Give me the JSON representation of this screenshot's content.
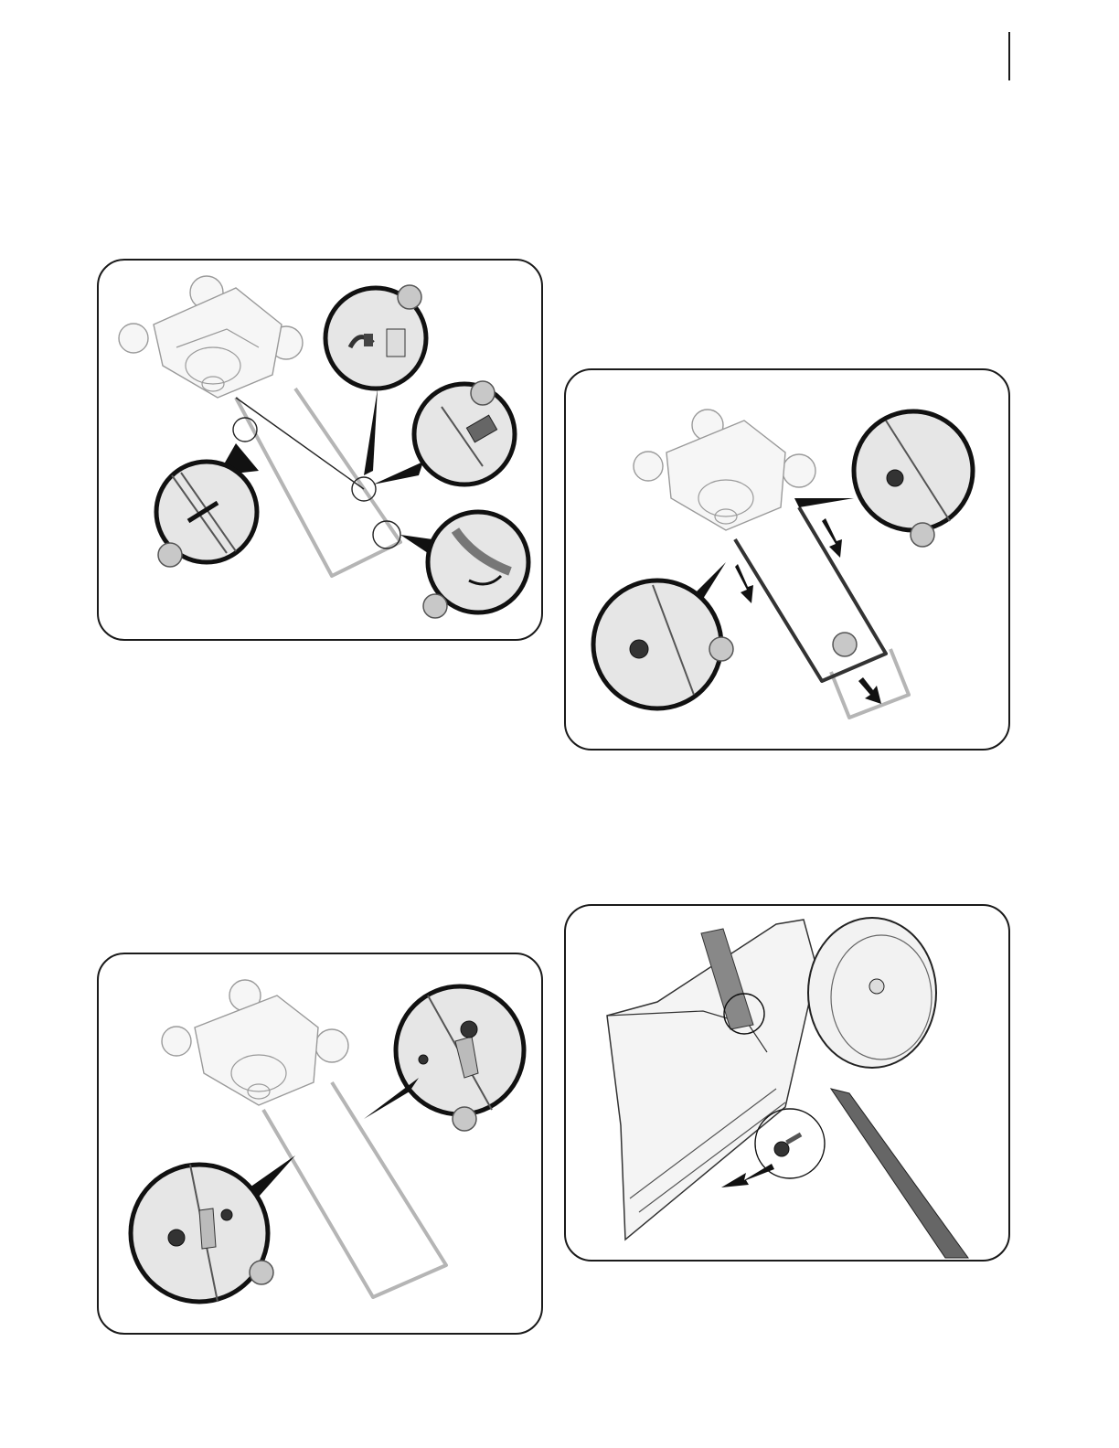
{
  "page": {
    "background": "#ffffff",
    "ink": "#1a1a1a"
  },
  "figures": [
    {
      "id": "fig1",
      "icons": [
        "mower-underside",
        "cable-tie-detail",
        "clip-detail",
        "knob-detail",
        "handle-fold-detail"
      ]
    },
    {
      "id": "fig2",
      "icons": [
        "mower-underside",
        "knob-detail-right",
        "knob-detail-left",
        "down-arrow"
      ]
    },
    {
      "id": "fig3",
      "icons": [
        "mower-underside",
        "bolt-knob-detail-right",
        "bolt-knob-detail-left"
      ]
    },
    {
      "id": "fig4",
      "icons": [
        "deck-closeup",
        "wheel",
        "knob",
        "pull-arrow"
      ]
    }
  ]
}
